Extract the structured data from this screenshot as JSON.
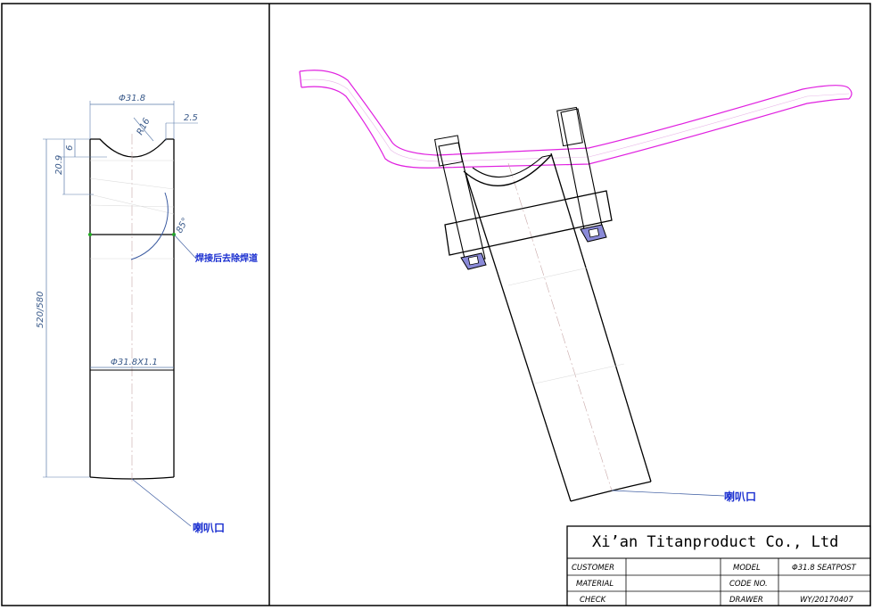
{
  "left_view": {
    "dim_top_diameter": "Φ31.8",
    "dim_radius": "R16",
    "dim_offset": "2.5",
    "dim_slot_depth": "6",
    "dim_cut_height": "20.9",
    "dim_angle": "85°",
    "dim_length": "520/580",
    "dim_tube": "Φ31.8X1.1",
    "note_weld": "焊接后去除焊道",
    "note_flare": "喇叭口"
  },
  "right_view": {
    "note_flare": "喇叭口"
  },
  "title_block": {
    "company": "Xi’an Titanproduct Co., Ltd",
    "customer_label": "CUSTOMER",
    "customer_value": "",
    "model_label": "MODEL",
    "model_value": "Φ31.8 SEATPOST",
    "material_label": "MATERIAL",
    "material_value": "",
    "code_label": "CODE NO.",
    "code_value": "",
    "check_label": "CHECK",
    "check_value": "",
    "drawer_label": "DRAWER",
    "drawer_value": "WY/20170407"
  },
  "colors": {
    "outline": "#000000",
    "dimension": "#3a5a8a",
    "annotation": "#1a2fd0",
    "rail": "#e020e0",
    "clamp_nut": "#8a8ad8"
  }
}
